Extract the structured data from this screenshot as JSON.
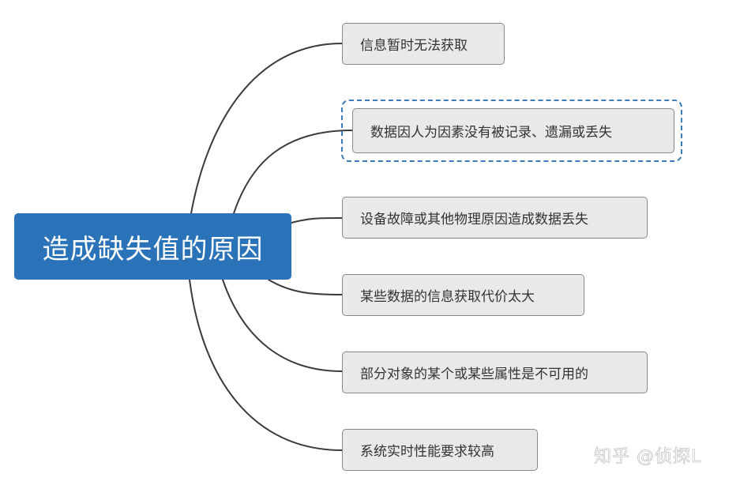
{
  "central_topic": {
    "label": "造成缺失值的原因",
    "color": "#2a73b8"
  },
  "branches": [
    {
      "label": "信息暂时无法获取",
      "selected": false
    },
    {
      "label": "数据因人为因素没有被记录、遗漏或丢失",
      "selected": true
    },
    {
      "label": "设备故障或其他物理原因造成数据丢失",
      "selected": false
    },
    {
      "label": "某些数据的信息获取代价太大",
      "selected": false
    },
    {
      "label": "部分对象的某个或某些属性是不可用的",
      "selected": false
    },
    {
      "label": "系统实时性能要求较高",
      "selected": false
    }
  ],
  "watermark": {
    "text": "知乎 @侦探L"
  }
}
